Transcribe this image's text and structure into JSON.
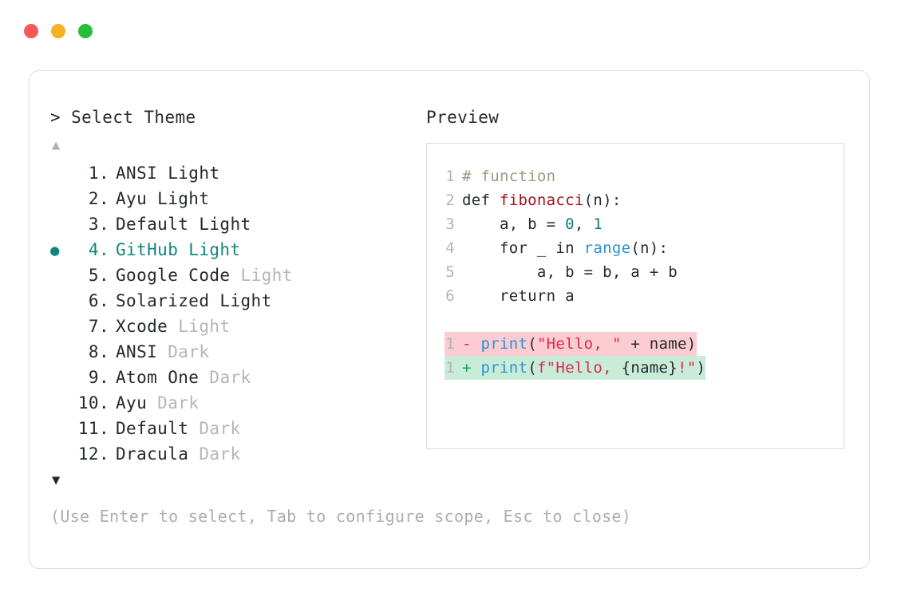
{
  "window": {
    "traffic_lights": [
      {
        "name": "close",
        "color": "#f9585b"
      },
      {
        "name": "minimize",
        "color": "#f6b024"
      },
      {
        "name": "zoom",
        "color": "#26bf3c"
      }
    ]
  },
  "accent_color": "#12857f",
  "left": {
    "prompt": "> Select Theme",
    "scroll_up": "▲",
    "scroll_down": "▼",
    "selected_index": 4,
    "selected_bullet": "●",
    "items": [
      {
        "index": "1.",
        "name": "ANSI Light",
        "variant": "",
        "selected": false
      },
      {
        "index": "2.",
        "name": "Ayu Light",
        "variant": "",
        "selected": false
      },
      {
        "index": "3.",
        "name": "Default Light",
        "variant": "",
        "selected": false
      },
      {
        "index": "4.",
        "name": "GitHub Light",
        "variant": "",
        "selected": true
      },
      {
        "index": "5.",
        "name": "Google Code",
        "variant": "Light",
        "selected": false
      },
      {
        "index": "6.",
        "name": "Solarized Light",
        "variant": "",
        "selected": false
      },
      {
        "index": "7.",
        "name": "Xcode",
        "variant": "Light",
        "selected": false
      },
      {
        "index": "8.",
        "name": "ANSI",
        "variant": "Dark",
        "selected": false
      },
      {
        "index": "9.",
        "name": "Atom One",
        "variant": "Dark",
        "selected": false
      },
      {
        "index": "10.",
        "name": "Ayu",
        "variant": "Dark",
        "selected": false
      },
      {
        "index": "11.",
        "name": "Default",
        "variant": "Dark",
        "selected": false
      },
      {
        "index": "12.",
        "name": "Dracula",
        "variant": "Dark",
        "selected": false
      }
    ]
  },
  "hint": "(Use Enter to select, Tab to configure scope, Esc to close)",
  "preview": {
    "label": "Preview",
    "code_lines": [
      {
        "lineno": "1",
        "tokens": [
          {
            "text": "# function",
            "style": "tok-comment"
          }
        ]
      },
      {
        "lineno": "2",
        "tokens": [
          {
            "text": "def ",
            "style": "tok-plain"
          },
          {
            "text": "fibonacci",
            "style": "tok-func"
          },
          {
            "text": "(n):",
            "style": "tok-plain"
          }
        ]
      },
      {
        "lineno": "3",
        "tokens": [
          {
            "text": "    a, b = ",
            "style": "tok-plain"
          },
          {
            "text": "0",
            "style": "tok-num"
          },
          {
            "text": ", ",
            "style": "tok-plain"
          },
          {
            "text": "1",
            "style": "tok-num"
          }
        ]
      },
      {
        "lineno": "4",
        "tokens": [
          {
            "text": "    for _ in ",
            "style": "tok-plain"
          },
          {
            "text": "range",
            "style": "tok-builtin"
          },
          {
            "text": "(n):",
            "style": "tok-plain"
          }
        ]
      },
      {
        "lineno": "5",
        "tokens": [
          {
            "text": "        a, b = b, a + b",
            "style": "tok-plain"
          }
        ]
      },
      {
        "lineno": "6",
        "tokens": [
          {
            "text": "    return a",
            "style": "tok-plain"
          }
        ]
      }
    ],
    "diff_lines": [
      {
        "lineno": "1",
        "marker": "-",
        "marker_style": "tok-minus",
        "background": "diff-del",
        "tokens": [
          {
            "text": "print",
            "style": "tok-builtin"
          },
          {
            "text": "(",
            "style": "tok-plain"
          },
          {
            "text": "\"Hello, \"",
            "style": "tok-str"
          },
          {
            "text": " + name)",
            "style": "tok-plain"
          }
        ]
      },
      {
        "lineno": "1",
        "marker": "+",
        "marker_style": "tok-plus",
        "background": "diff-add",
        "tokens": [
          {
            "text": "print",
            "style": "tok-builtin"
          },
          {
            "text": "(",
            "style": "tok-plain"
          },
          {
            "text": "f\"Hello, ",
            "style": "tok-str"
          },
          {
            "text": "{name}",
            "style": "tok-plain"
          },
          {
            "text": "!\"",
            "style": "tok-str"
          },
          {
            "text": ")",
            "style": "tok-plain"
          }
        ]
      }
    ]
  }
}
